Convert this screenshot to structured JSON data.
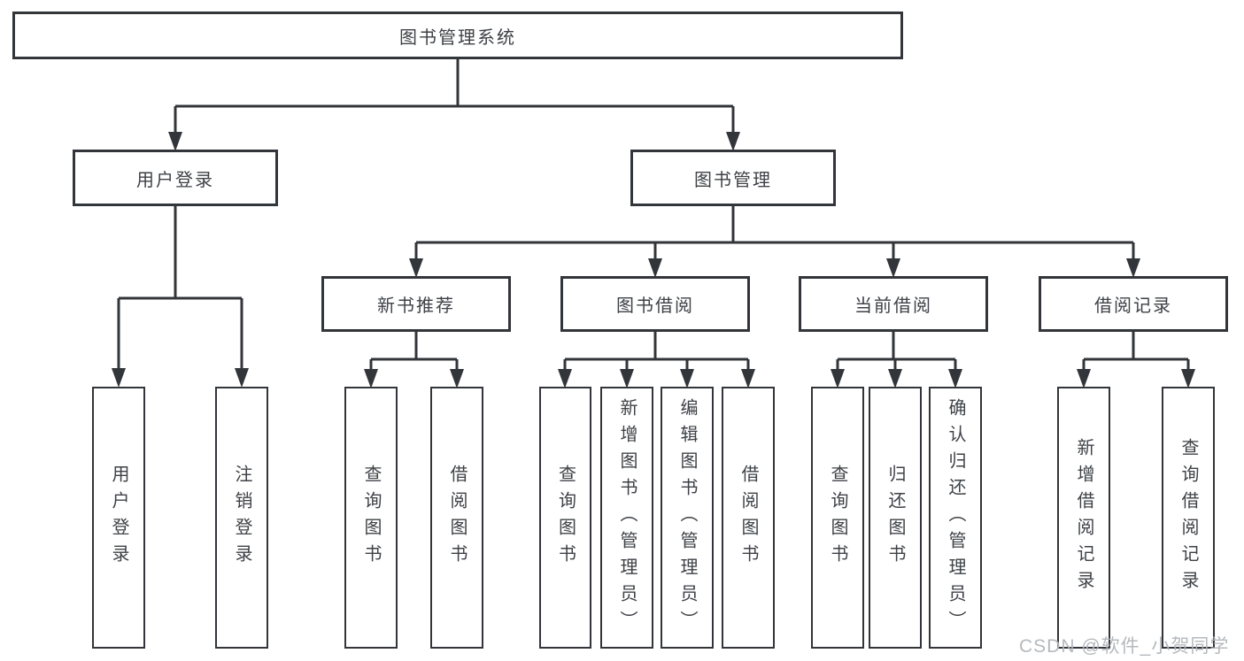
{
  "diagram": {
    "root": {
      "label": "图书管理系统"
    },
    "branches": [
      {
        "label": "用户登录",
        "children": [
          {
            "label": "用户登录"
          },
          {
            "label": "注销登录"
          }
        ]
      },
      {
        "label": "图书管理",
        "children": [
          {
            "label": "新书推荐",
            "children": [
              {
                "label": "查询图书"
              },
              {
                "label": "借阅图书"
              }
            ]
          },
          {
            "label": "图书借阅",
            "children": [
              {
                "label": "查询图书"
              },
              {
                "label": "新增图书（管理员）"
              },
              {
                "label": "编辑图书（管理员）"
              },
              {
                "label": "借阅图书"
              }
            ]
          },
          {
            "label": "当前借阅",
            "children": [
              {
                "label": "查询图书"
              },
              {
                "label": "归还图书"
              },
              {
                "label": "确认归还（管理员）"
              }
            ]
          },
          {
            "label": "借阅记录",
            "children": [
              {
                "label": "新增借阅记录"
              },
              {
                "label": "查询借阅记录"
              }
            ]
          }
        ]
      }
    ]
  },
  "watermark": {
    "text": "CSDN @软件_小贺同学"
  },
  "colors": {
    "line": "#323539",
    "text": "#3e4146",
    "watermark": "#b2b6ba",
    "background": "#ffffff"
  }
}
